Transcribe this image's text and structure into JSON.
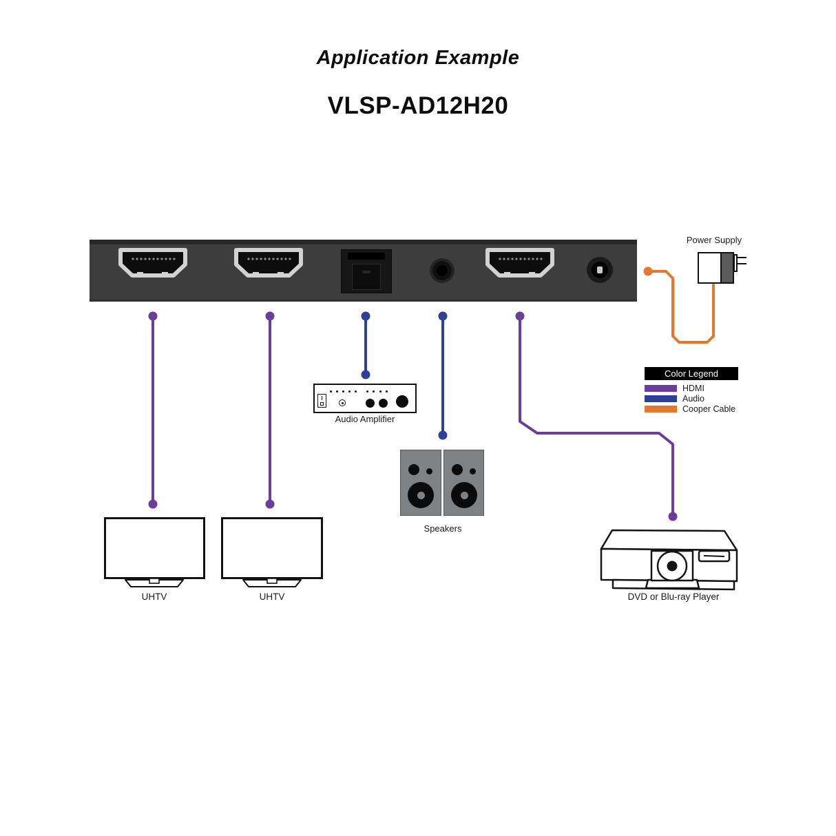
{
  "title": "Application Example",
  "model": "VLSP-AD12H20",
  "colors": {
    "hdmi": "#6b3e99",
    "audio": "#2b4096",
    "copper": "#e8772e",
    "panel": "#3d3d3e"
  },
  "legend": {
    "title": "Color Legend",
    "items": [
      {
        "label": "HDMI",
        "color": "#6b3e99"
      },
      {
        "label": "Audio",
        "color": "#2b4096"
      },
      {
        "label": "Cooper Cable",
        "color": "#e8772e"
      }
    ]
  },
  "panel": {
    "ports": [
      "hdmi-output-1",
      "hdmi-output-2",
      "optical-audio-output",
      "stereo-jack-output",
      "hdmi-input",
      "dc-power-input"
    ]
  },
  "devices": {
    "power_supply": {
      "label": "Power Supply"
    },
    "audio_amplifier": {
      "label": "Audio Amplifier"
    },
    "speakers": {
      "label": "Speakers"
    },
    "tv1": {
      "label": "UHTV"
    },
    "tv2": {
      "label": "UHTV"
    },
    "dvd": {
      "label": "DVD or Blu-ray Player"
    }
  }
}
